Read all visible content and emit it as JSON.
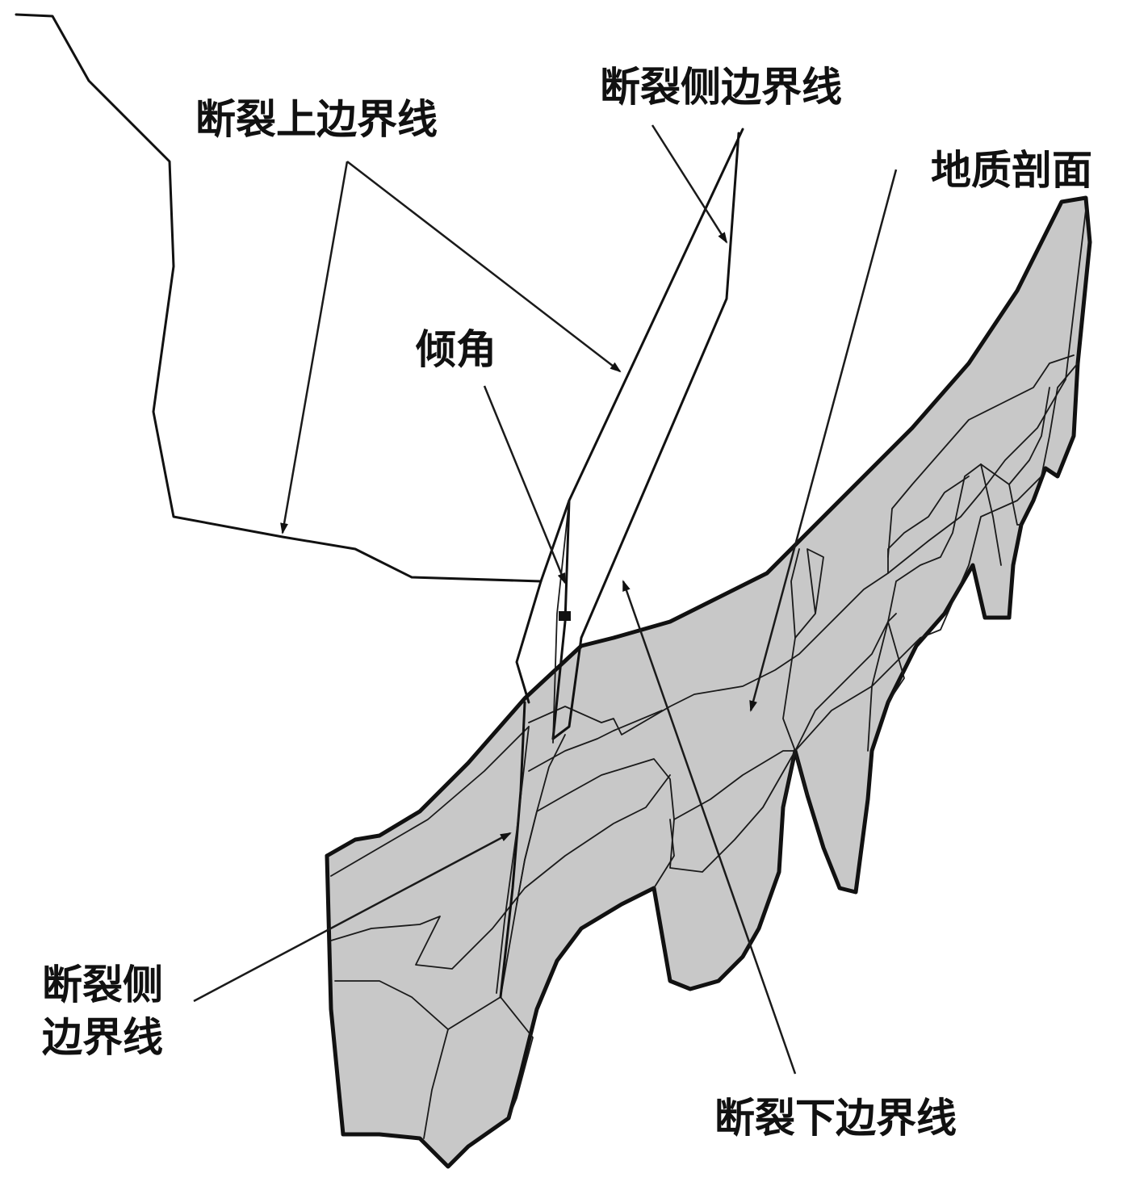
{
  "labels": {
    "upper_boundary": "断裂上边界线",
    "side_boundary_top": "断裂侧边界线",
    "geologic_section": "地质剖面",
    "dip_angle": "倾角",
    "side_boundary_left_line1": "断裂侧",
    "side_boundary_left_line2": "边界线",
    "lower_boundary": "断裂下边界线"
  },
  "colors": {
    "section_fill": "#c8c8c8",
    "line": "#111111",
    "background": "#ffffff"
  }
}
